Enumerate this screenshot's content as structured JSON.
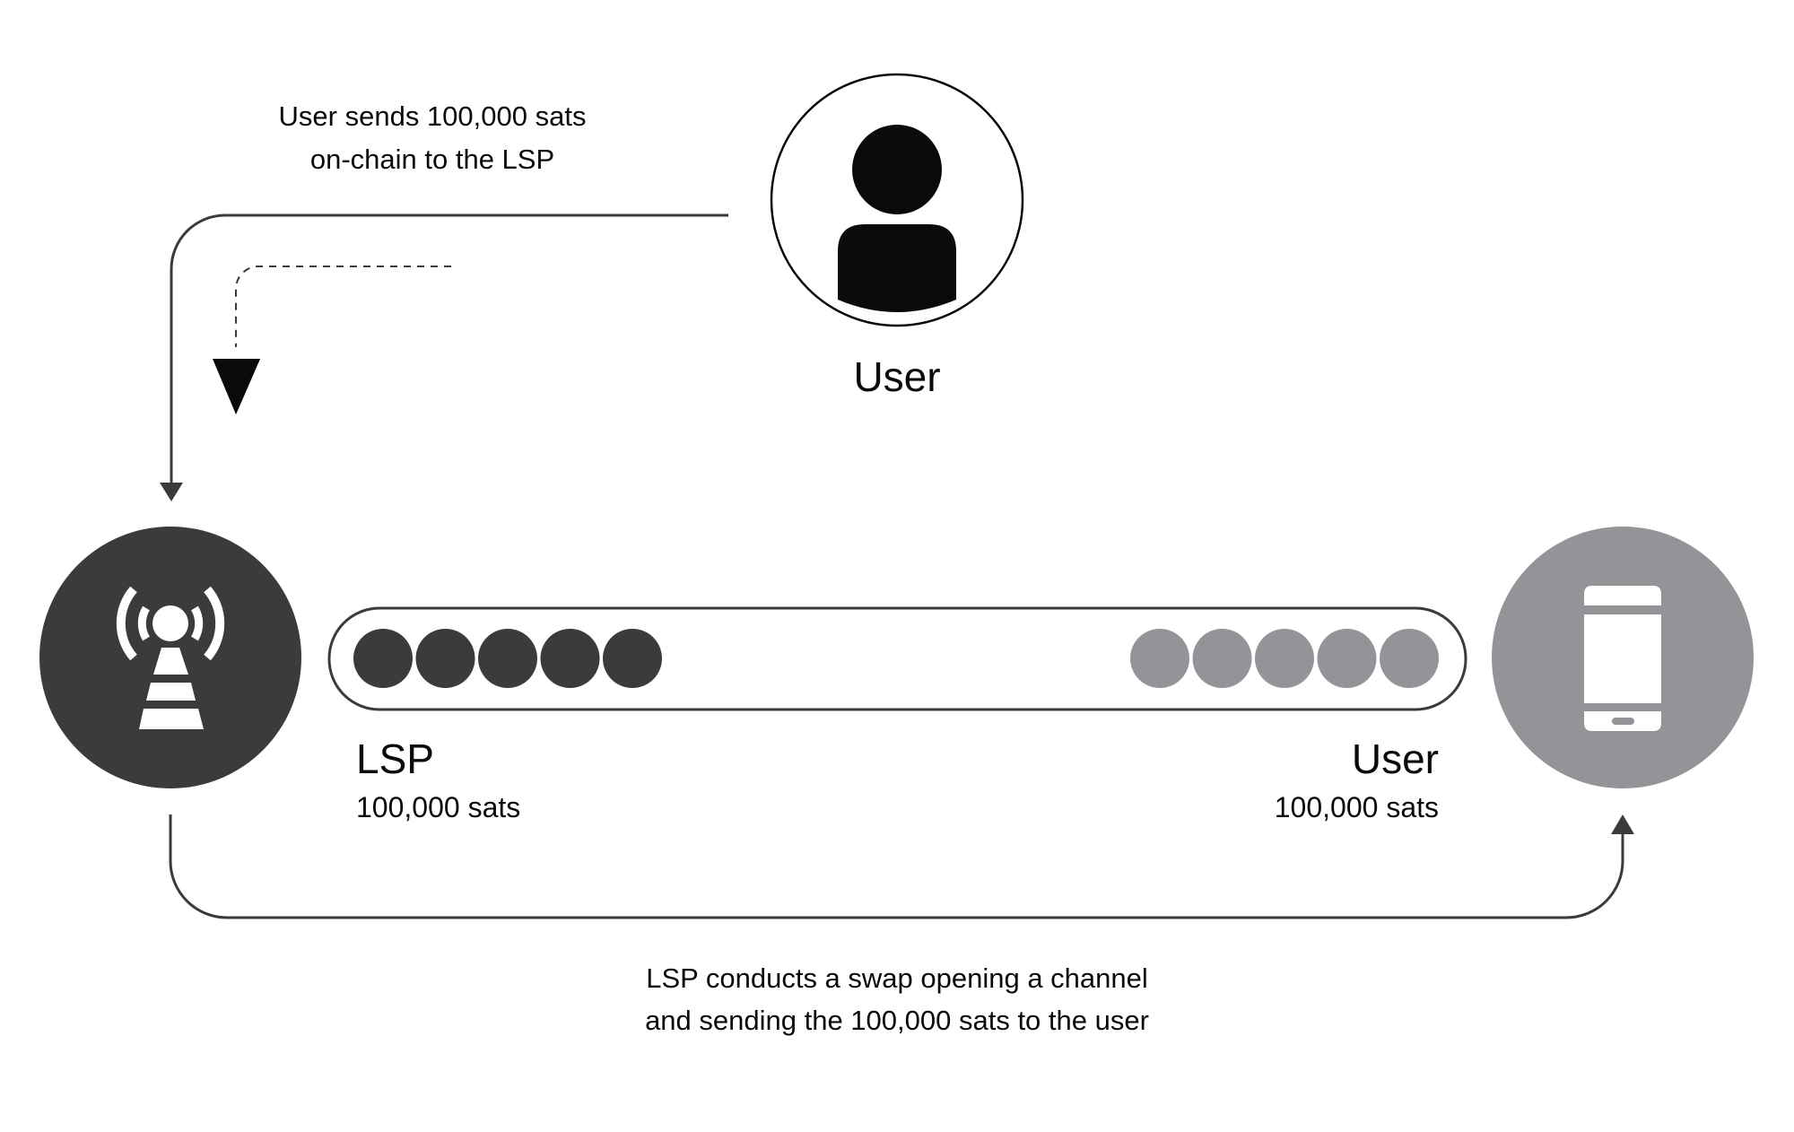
{
  "top_caption": [
    "User sends 100,000 sats",
    "on-chain to the LSP"
  ],
  "user_node": {
    "label": "User",
    "icon": "person-icon"
  },
  "lsp_node": {
    "icon": "radio-tower-icon",
    "color": "#3b3b3d"
  },
  "phone_node": {
    "icon": "smartphone-icon",
    "color": "#939497"
  },
  "channel": {
    "left": {
      "label": "LSP",
      "amount": "100,000 sats",
      "coins": 5,
      "color": "#3b3b3d"
    },
    "right": {
      "label": "User",
      "amount": "100,000 sats",
      "coins": 5,
      "color": "#939497"
    }
  },
  "bottom_caption": [
    "LSP conducts a swap opening a channel",
    "and sending the 100,000 sats to the user"
  ],
  "colors": {
    "line": "#3b3b3d",
    "text": "#0a0a0a"
  }
}
